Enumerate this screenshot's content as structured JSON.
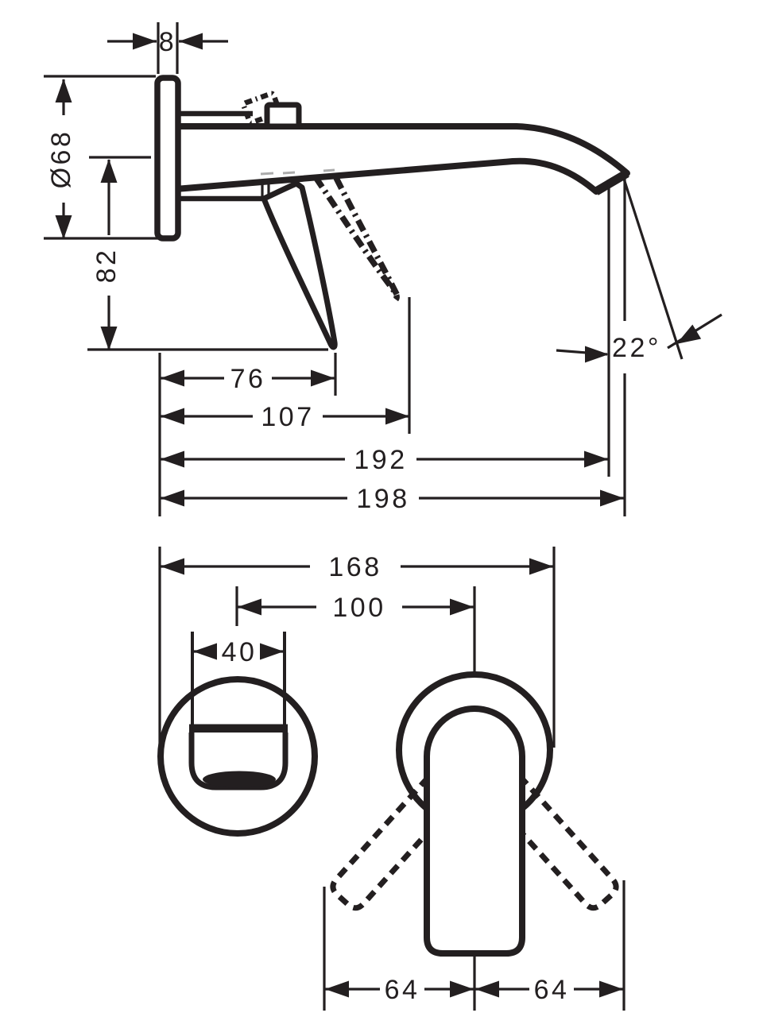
{
  "colors": {
    "line": "#231f20",
    "bg": "#ffffff",
    "hidden": "#ababab"
  },
  "side_view": {
    "plate_thickness": "8",
    "escutcheon_diameter": "Ø68",
    "spout_center_to_lever_tip": "82",
    "lever_reach": "76",
    "open_lever_reach": "107",
    "outlet_reach": "192",
    "spout_reach": "198",
    "outlet_angle": "22°"
  },
  "front_view": {
    "overall_width": "168",
    "spout_to_handle_distance": "100",
    "spout_width": "40",
    "handle_swing_left": "64",
    "handle_swing_right": "64"
  }
}
